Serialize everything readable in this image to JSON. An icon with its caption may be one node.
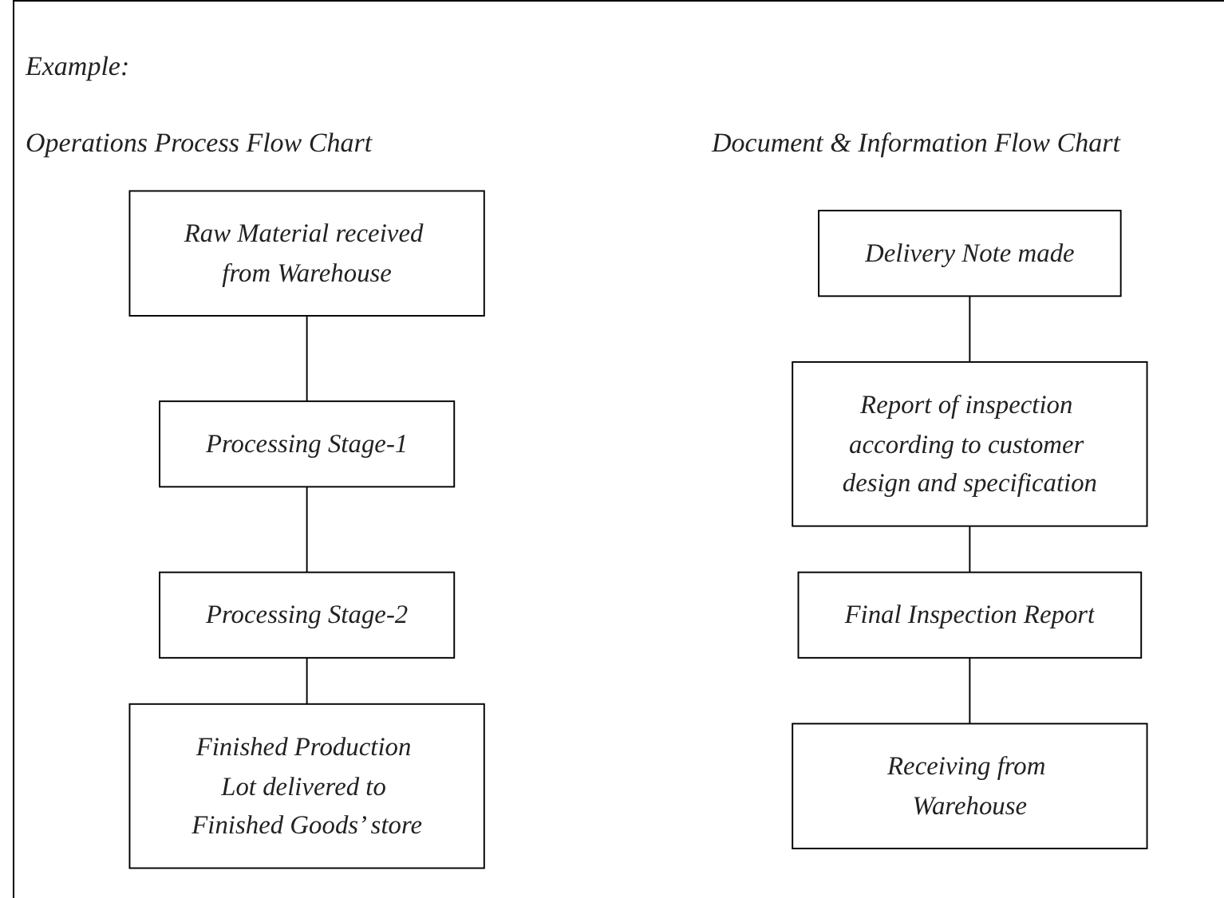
{
  "diagram": {
    "nodes": [
      {
        "text": [
          "Raw Material received from Warehouse"
        ]
      },
      {
        "text": [
          "Processing Stage-1"
        ]
      },
      {
        "text": [
          "Processing Stage-2"
        ]
      },
      {
        "text": [
          "Finished Production Lot delivered to Finished Goods’ store"
        ]
      },
      {
        "text": [
          "Delivery Note made"
        ]
      },
      {
        "text": [
          "Report of inspection according to customer design and specification"
        ]
      },
      {
        "text": [
          "Final Inspection Report"
        ]
      },
      {
        "text": [
          "Receiving from Warehouse"
        ]
      }
    ],
    "edges": [
      {
        "from": 0,
        "to": 1,
        "arrow": "none"
      },
      {
        "from": 1,
        "to": 2,
        "arrow": "none"
      },
      {
        "from": 2,
        "to": 3,
        "arrow": "none"
      },
      {
        "from": 4,
        "to": 5,
        "arrow": "none"
      },
      {
        "from": 5,
        "to": 6,
        "arrow": "none"
      },
      {
        "from": 6,
        "to": 7,
        "arrow": "none"
      }
    ],
    "labels": [
      "Example:",
      "Operations Process Flow Chart",
      "Document & Information Flow Chart"
    ]
  }
}
